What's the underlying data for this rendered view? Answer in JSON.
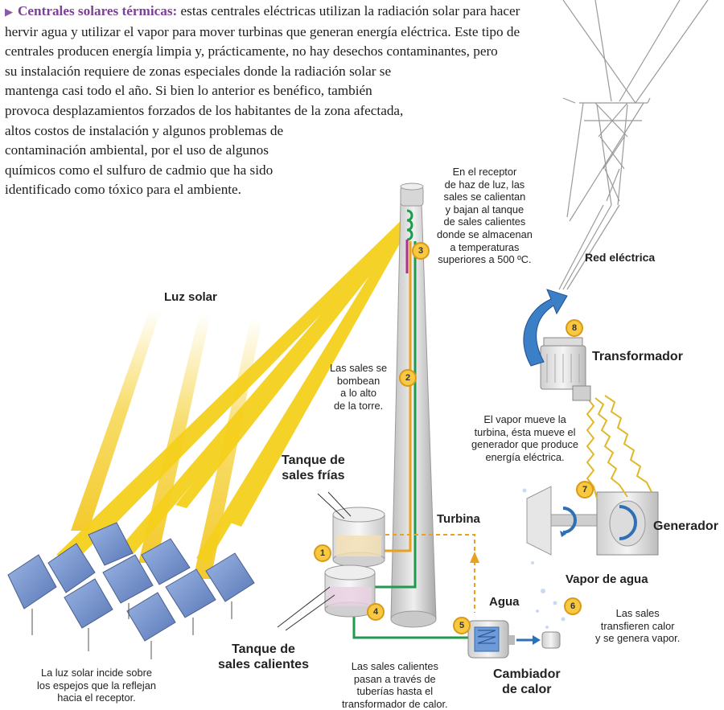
{
  "intro": {
    "lead": "Centrales solares térmicas:",
    "lines": [
      "estas centrales eléctricas utilizan la radiación solar para hacer",
      "hervir agua y utilizar el vapor para mover turbinas que generan energía eléctrica. Este tipo de",
      "centrales producen energía limpia y, prácticamente, no hay desechos contaminantes, pero",
      "su instalación requiere de zonas especiales donde la radiación solar se",
      "mantenga casi todo el año. Si bien lo anterior es benéfico, también",
      "provoca desplazamientos forzados de los habitantes de la zona afectada,",
      "altos costos de instalación y algunos problemas de",
      "contaminación ambiental, por el uso de algunos",
      "químicos como el sulfuro de cadmio que ha sido",
      "identificado como tóxico para el ambiente."
    ]
  },
  "labels": {
    "luz_solar": "Luz solar",
    "red_electrica": "Red eléctrica",
    "transformador": "Transformador",
    "turbina": "Turbina",
    "generador": "Generador",
    "vapor_de_agua": "Vapor de agua",
    "agua": "Agua",
    "tanque_frias": [
      "Tanque de",
      "sales frías"
    ],
    "tanque_calientes": [
      "Tanque de",
      "sales calientes"
    ],
    "cambiador": [
      "Cambiador",
      "de calor"
    ]
  },
  "captions": {
    "receptor": [
      "En el receptor",
      "de haz de luz, las",
      "sales se calientan",
      "y bajan al tanque",
      "de sales calientes",
      "donde se almacenan",
      "a temperaturas",
      "superiores a 500 ºC."
    ],
    "bombean": [
      "Las sales se",
      "bombean",
      "a lo alto",
      "de la torre."
    ],
    "vapor_turbina": [
      "El vapor mueve la",
      "turbina, ésta mueve el",
      "generador que produce",
      "energía eléctrica."
    ],
    "transfieren": [
      "Las sales",
      "transfieren calor",
      "y se genera vapor."
    ],
    "espejos": [
      "La luz solar incide sobre",
      "los espejos que la reflejan",
      "hacia el receptor."
    ],
    "tuberias": [
      "Las sales calientes",
      "pasan a través de",
      "tuberías hasta el",
      "transformador de calor."
    ]
  },
  "steps": [
    "1",
    "2",
    "3",
    "4",
    "5",
    "6",
    "7",
    "8"
  ],
  "colors": {
    "lead": "#7d3f98",
    "sunbeam": "#f7d21e",
    "hot_salt_pipe": "#e9a21f",
    "cold_salt_pipe": "#1f9a4e",
    "arrow_blue": "#2f6fb3",
    "panel": "#6f8fc8"
  }
}
